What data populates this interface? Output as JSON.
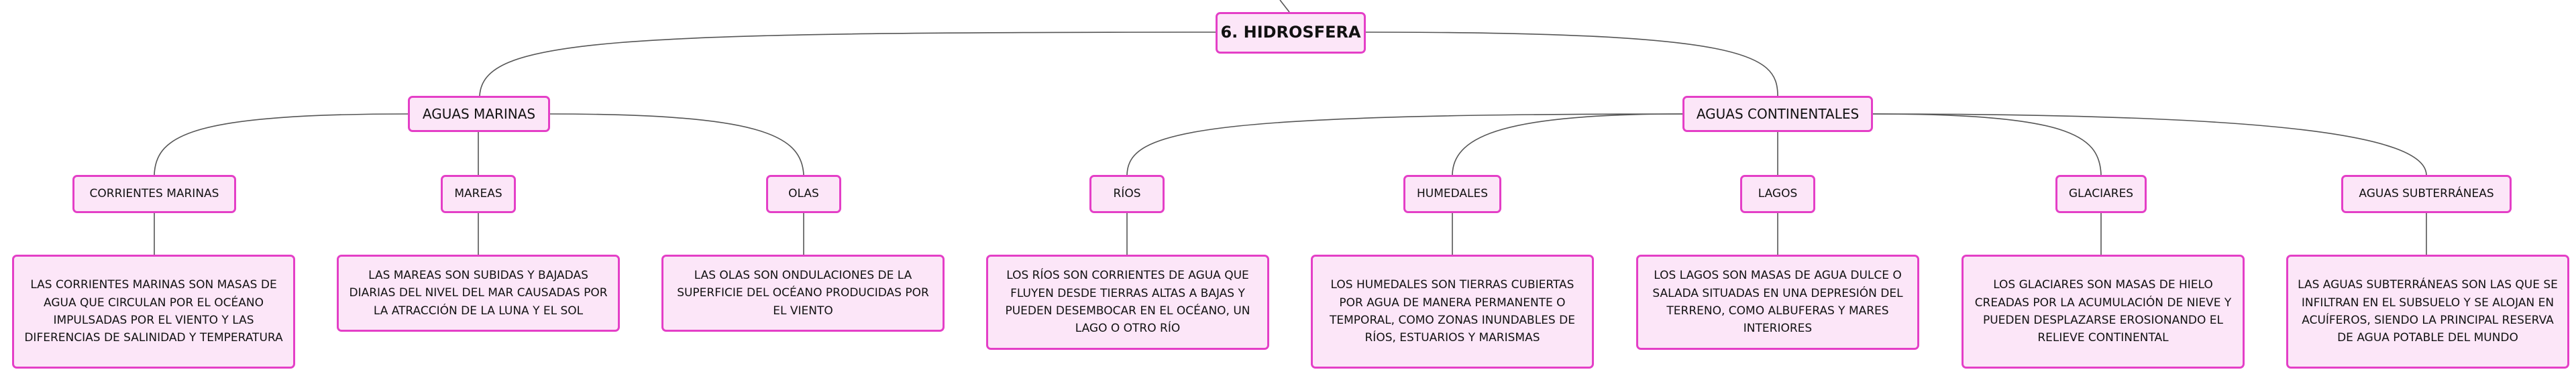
{
  "root": {
    "label": "6. HIDROSFERA"
  },
  "categories": [
    {
      "label": "AGUAS MARINAS"
    },
    {
      "label": "AGUAS CONTINENTALES"
    }
  ],
  "subtopics": [
    {
      "label": "CORRIENTES MARINAS",
      "description": "LAS CORRIENTES MARINAS SON MASAS DE AGUA QUE CIRCULAN POR EL OCÉANO IMPULSADAS POR EL VIENTO Y LAS DIFERENCIAS DE SALINIDAD Y TEMPERATURA"
    },
    {
      "label": "MAREAS",
      "description": "LAS MAREAS SON SUBIDAS Y BAJADAS DIARIAS DEL NIVEL DEL MAR CAUSADAS POR LA ATRACCIÓN DE LA LUNA Y EL SOL"
    },
    {
      "label": "OLAS",
      "description": "LAS OLAS SON ONDULACIONES DE LA SUPERFICIE DEL OCÉANO PRODUCIDAS POR EL VIENTO"
    },
    {
      "label": "RÍOS",
      "description": "LOS RÍOS SON CORRIENTES DE AGUA QUE FLUYEN DESDE TIERRAS ALTAS A BAJAS Y PUEDEN DESEMBOCAR EN EL OCÉANO, UN LAGO O OTRO RÍO"
    },
    {
      "label": "HUMEDALES",
      "description": "LOS HUMEDALES SON TIERRAS CUBIERTAS POR AGUA DE MANERA PERMANENTE O TEMPORAL, COMO ZONAS INUNDABLES DE RÍOS, ESTUARIOS Y MARISMAS"
    },
    {
      "label": "LAGOS",
      "description": "LOS LAGOS SON MASAS DE AGUA DULCE O SALADA SITUADAS EN UNA DEPRESIÓN DEL TERRENO, COMO ALBUFERAS Y MARES INTERIORES"
    },
    {
      "label": "GLACIARES",
      "description": "LOS GLACIARES SON MASAS DE HIELO CREADAS POR LA ACUMULACIÓN DE NIEVE Y PUEDEN DESPLAZARSE EROSIONANDO EL RELIEVE CONTINENTAL"
    },
    {
      "label": "AGUAS SUBTERRÁNEAS",
      "description": "LAS AGUAS SUBTERRÁNEAS SON LAS QUE SE INFILTRAN EN EL SUBSUELO Y SE ALOJAN EN ACUÍFEROS, SIENDO LA PRINCIPAL RESERVA DE AGUA POTABLE DEL MUNDO"
    }
  ],
  "colors": {
    "node_fill": "#fce6f8",
    "node_border": "#e43fc7",
    "connector": "#555555"
  }
}
